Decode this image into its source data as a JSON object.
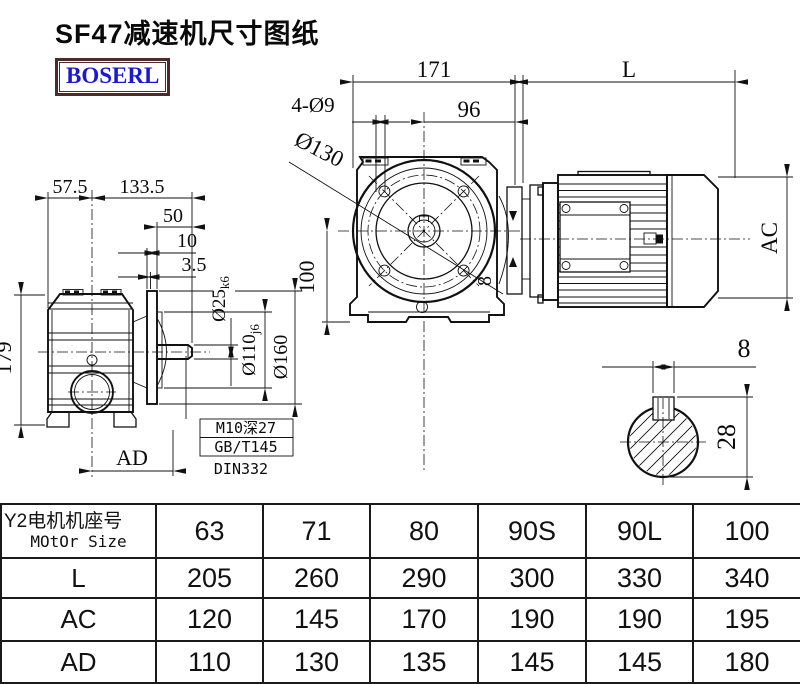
{
  "title": "SF47减速机尺寸图纸",
  "logo": {
    "text": "BOSERL",
    "border_color": "#4e2a2a",
    "text_color": "#1a1acc"
  },
  "colors": {
    "line": "#111111",
    "background": "#ffffff"
  },
  "drawing": {
    "top": {
      "d171": "171",
      "dL": "L",
      "d96": "96",
      "holes": "4-Ø9",
      "flange": "Ø130"
    },
    "front": {
      "d100": "100",
      "d8": "8"
    },
    "side": {
      "d575": "57.5",
      "d1335": "133.5",
      "d50": "50",
      "d10": "10",
      "d35": "3.5",
      "d179": "179",
      "dAD": "AD",
      "d25": "Ø25",
      "d25fit": "k6",
      "d110": "Ø110",
      "d110fit": "j6",
      "d160": "Ø160",
      "tap": "M10深27",
      "std1": "GB/T145",
      "std2": "DIN332"
    },
    "motor": {
      "dAC": "AC"
    },
    "shaft": {
      "key_w": "8",
      "key_h": "28"
    }
  },
  "table": {
    "header_cn": "Y2电机机座号",
    "header_en": "MOtOr Size",
    "columns": [
      "63",
      "71",
      "80",
      "90S",
      "90L",
      "100"
    ],
    "rows": [
      {
        "label": "L",
        "values": [
          "205",
          "260",
          "290",
          "300",
          "330",
          "340"
        ]
      },
      {
        "label": "AC",
        "values": [
          "120",
          "145",
          "170",
          "190",
          "190",
          "195"
        ]
      },
      {
        "label": "AD",
        "values": [
          "110",
          "130",
          "135",
          "145",
          "145",
          "180"
        ]
      }
    ]
  }
}
